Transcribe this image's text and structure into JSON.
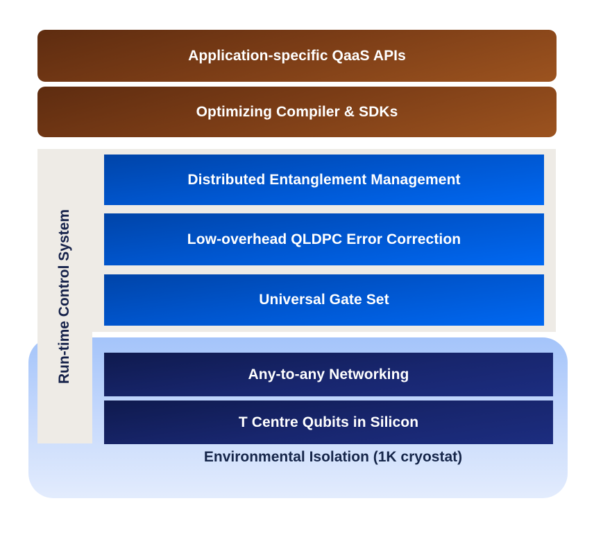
{
  "diagram": {
    "title": "Quantum computing stack",
    "software_layers": [
      {
        "label": "Application-specific QaaS APIs"
      },
      {
        "label": "Optimizing Compiler & SDKs"
      }
    ],
    "control_system": {
      "label": "Run-time Control System",
      "layers": [
        {
          "label": "Distributed Entanglement Management"
        },
        {
          "label": "Low-overhead QLDPC Error Correction"
        },
        {
          "label": "Universal Gate Set"
        }
      ]
    },
    "hardware": {
      "container_label": "Environmental Isolation (1K cryostat)",
      "layers": [
        {
          "label": "Any-to-any Networking"
        },
        {
          "label": "T Centre Qubits in Silicon"
        }
      ]
    },
    "colors": {
      "software": "#7a3c16",
      "control": "#0056cf",
      "hardware": "#18266e",
      "control_panel": "#eeebe6",
      "environment": "#c6d9fc"
    }
  }
}
